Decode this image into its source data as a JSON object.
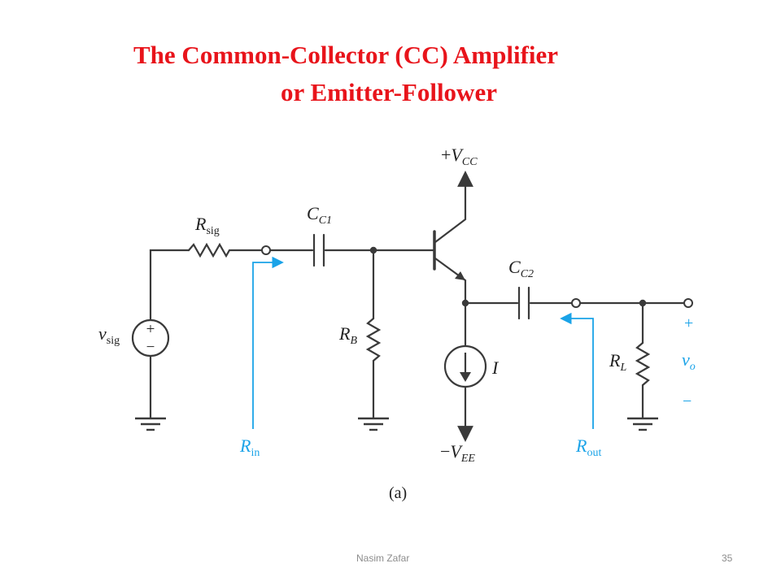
{
  "title": {
    "line1": "The Common-Collector (CC) Amplifier",
    "line2": "or Emitter-Follower"
  },
  "circuit": {
    "vcc_sign": "+",
    "vcc_main": "V",
    "vcc_sub": "CC",
    "vee_sign": "−",
    "vee_main": "V",
    "vee_sub": "EE",
    "rsig_main": "R",
    "rsig_sub": "sig",
    "cc1_main": "C",
    "cc1_sub": "C1",
    "cc2_main": "C",
    "cc2_sub": "C2",
    "rb_main": "R",
    "rb_sub": "B",
    "rl_main": "R",
    "rl_sub": "L",
    "vsig_main": "v",
    "vsig_sub": "sig",
    "current_source": "I",
    "vo_main": "v",
    "vo_sub": "o",
    "vo_plus": "+",
    "vo_minus": "−",
    "source_plus": "+",
    "source_minus": "−",
    "rin_main": "R",
    "rin_sub": "in",
    "rout_main": "R",
    "rout_sub": "out",
    "caption": "(a)"
  },
  "colors": {
    "title": "#e8141b",
    "wire": "#3a3a3a",
    "arrow_annotation": "#1aa3e8"
  },
  "footer": {
    "author": "Nasim Zafar",
    "page": "35"
  }
}
